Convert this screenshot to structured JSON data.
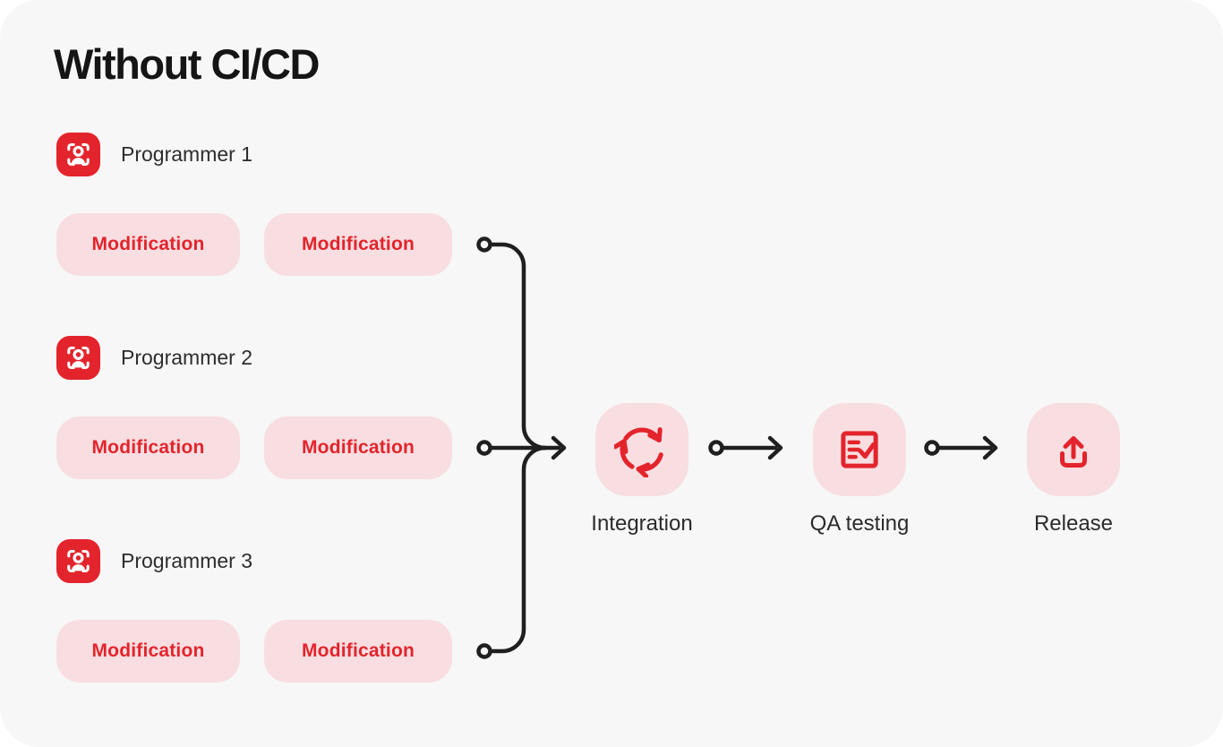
{
  "title": "Without CI/CD",
  "colors": {
    "brand_red": "#E3242C",
    "pink_fill": "#F8DEE1",
    "line_dark": "#1F1F1F",
    "card_background": "#F7F7F7",
    "text_dark": "#2D2D2D"
  },
  "programmers": [
    {
      "icon": "programmer-avatar-icon",
      "label": "Programmer 1",
      "modifications": [
        "Modification",
        "Modification"
      ]
    },
    {
      "icon": "programmer-avatar-icon",
      "label": "Programmer 2",
      "modifications": [
        "Modification",
        "Modification"
      ]
    },
    {
      "icon": "programmer-avatar-icon",
      "label": "Programmer 3",
      "modifications": [
        "Modification",
        "Modification"
      ]
    }
  ],
  "pipeline": {
    "steps": [
      {
        "icon": "integration-cycle-icon",
        "label": "Integration"
      },
      {
        "icon": "qa-checklist-icon",
        "label": "QA testing"
      },
      {
        "icon": "release-upload-icon",
        "label": "Release"
      }
    ]
  }
}
